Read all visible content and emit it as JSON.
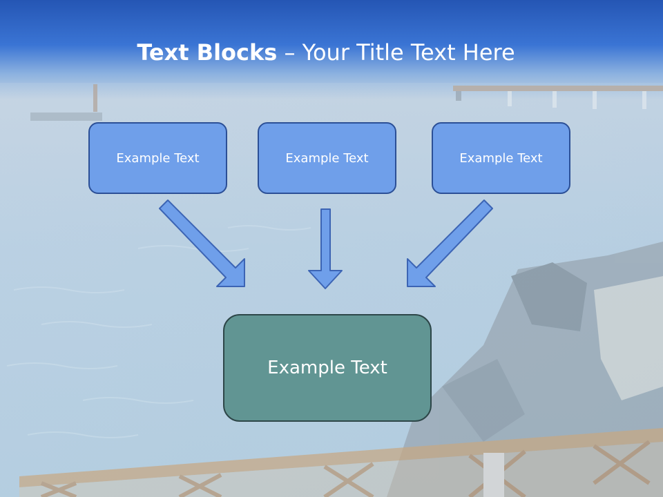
{
  "title": {
    "bold": "Text Blocks",
    "separator": " – ",
    "regular": "Your Title Text Here"
  },
  "blocks": [
    {
      "label": "Example Text"
    },
    {
      "label": "Example Text"
    },
    {
      "label": "Example Text"
    }
  ],
  "target": {
    "label": "Example Text"
  },
  "colors": {
    "header_blue": "#2a5fbf",
    "block_fill": "#6f9fea",
    "block_border": "#2b4f96",
    "target_fill": "#619593",
    "target_border": "#2d4648",
    "arrow_fill": "#6f9fea",
    "arrow_stroke": "#3c64b4"
  },
  "background": {
    "scene": "sea-with-pier-and-rocks-photo"
  }
}
